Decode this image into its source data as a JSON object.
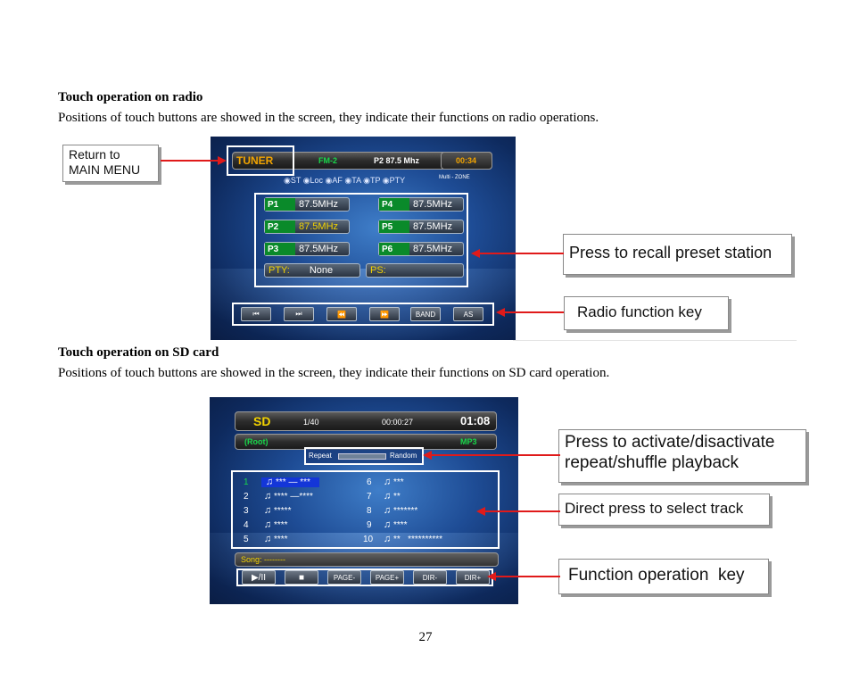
{
  "sections": {
    "radio": {
      "heading": "Touch operation on radio",
      "paragraph": "Positions of touch buttons are showed in the screen, they indicate their functions on radio operations."
    },
    "sd": {
      "heading": "Touch operation on SD card",
      "paragraph": "Positions of touch buttons are showed in the screen, they indicate their functions on SD card operation."
    }
  },
  "radio_callouts": {
    "main_menu_line1": "Return to",
    "main_menu_line2": "MAIN MENU",
    "preset": "Press to recall preset station",
    "function": "Radio function key"
  },
  "radio_screen": {
    "source": "TUNER",
    "band": "FM-2",
    "freq": "P2  87.5 Mhz",
    "clock": "00:34",
    "indicators": "◉ST  ◉Loc ◉AF  ◉TA  ◉TP  ◉PTY",
    "zone": "Multi - ZONE",
    "presets": [
      {
        "num": "P1",
        "freq": "87.5MHz"
      },
      {
        "num": "P2",
        "freq": "87.5MHz"
      },
      {
        "num": "P3",
        "freq": "87.5MHz"
      },
      {
        "num": "P4",
        "freq": "87.5MHz"
      },
      {
        "num": "P5",
        "freq": "87.5MHz"
      },
      {
        "num": "P6",
        "freq": "87.5MHz"
      }
    ],
    "pty_label": "PTY:",
    "pty_value": "None",
    "ps_label": "PS:",
    "keys": [
      "⏮",
      "⏭",
      "⏪",
      "⏩",
      "BAND",
      "AS"
    ]
  },
  "sd_callouts": {
    "repeat_line1": "Press to activate/disactivate",
    "repeat_line2": "repeat/shuffle playback",
    "track": "Direct press to select track",
    "function": "Function operation  key"
  },
  "sd_screen": {
    "source": "SD",
    "track_count": "1/40",
    "elapsed": "00:00:27",
    "clock": "01:08",
    "folder": "(Root)",
    "format": "MP3",
    "repeat": "Repeat",
    "random": "Random",
    "tracks_left": [
      {
        "num": "1",
        "name": "*** — ***"
      },
      {
        "num": "2",
        "name": "**** —****"
      },
      {
        "num": "3",
        "name": "*****"
      },
      {
        "num": "4",
        "name": "****"
      },
      {
        "num": "5",
        "name": "****"
      }
    ],
    "tracks_right": [
      {
        "num": "6",
        "name": "***"
      },
      {
        "num": "7",
        "name": "**"
      },
      {
        "num": "8",
        "name": "*******"
      },
      {
        "num": "9",
        "name": "****"
      },
      {
        "num": "10",
        "name": "**   **********"
      }
    ],
    "song": "Song: --------",
    "keys": [
      "▶/II",
      "■",
      "PAGE-",
      "PAGE+",
      "DIR-",
      "DIR+"
    ]
  },
  "page_number": "27",
  "colors": {
    "accent_red": "#e01a1a",
    "screen_blue": "#1e4c95",
    "tuner_orange": "#f2a400",
    "sd_green": "#18d84a"
  }
}
